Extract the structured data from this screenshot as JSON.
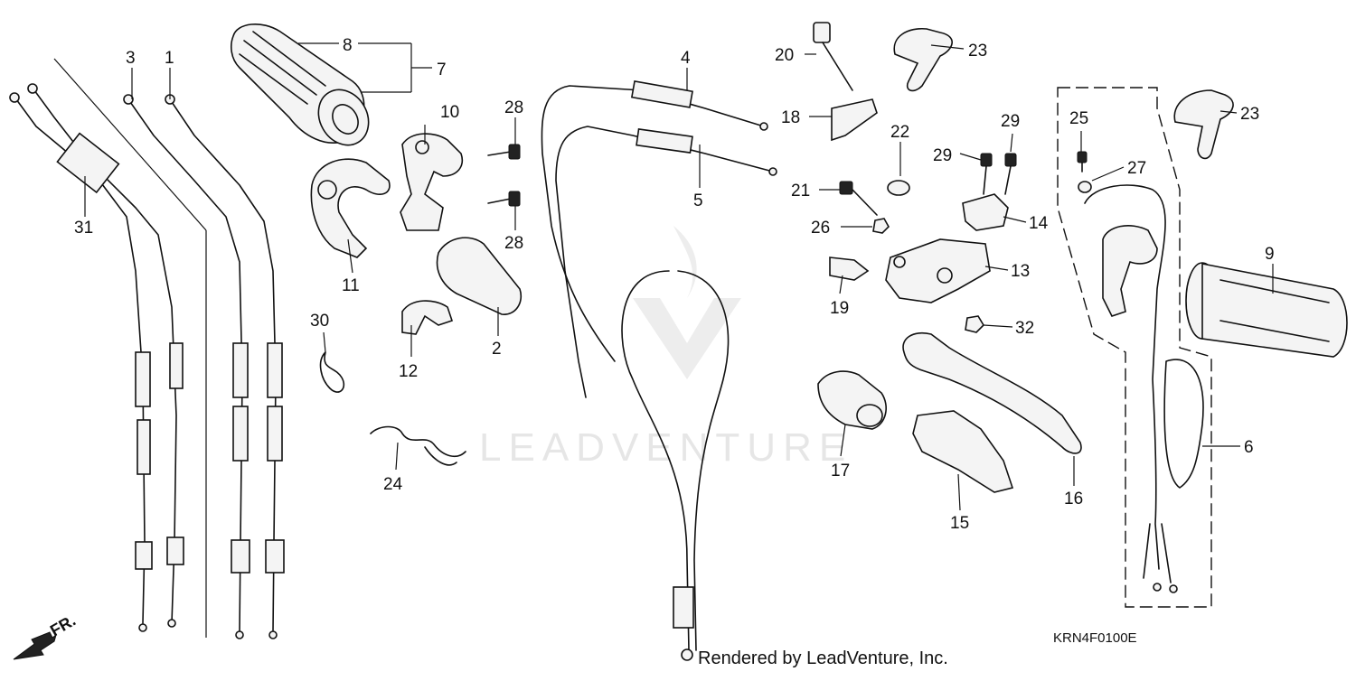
{
  "diagram": {
    "watermark_text": "LEADVENTURE",
    "code": "KRN4F0100E",
    "credit": "Rendered by LeadVenture, Inc.",
    "direction_label": "FR.",
    "callouts": {
      "c1": "1",
      "c2": "2",
      "c3": "3",
      "c4": "4",
      "c5": "5",
      "c6": "6",
      "c7": "7",
      "c8": "8",
      "c9": "9",
      "c10": "10",
      "c11": "11",
      "c12": "12",
      "c13": "13",
      "c14": "14",
      "c15": "15",
      "c16": "16",
      "c17": "17",
      "c18": "18",
      "c19": "19",
      "c20": "20",
      "c21": "21",
      "c22": "22",
      "c23a": "23",
      "c23b": "23",
      "c24": "24",
      "c25": "25",
      "c26": "26",
      "c27": "27",
      "c28a": "28",
      "c28b": "28",
      "c29a": "29",
      "c29b": "29",
      "c30": "30",
      "c31": "31",
      "c32": "32"
    }
  }
}
